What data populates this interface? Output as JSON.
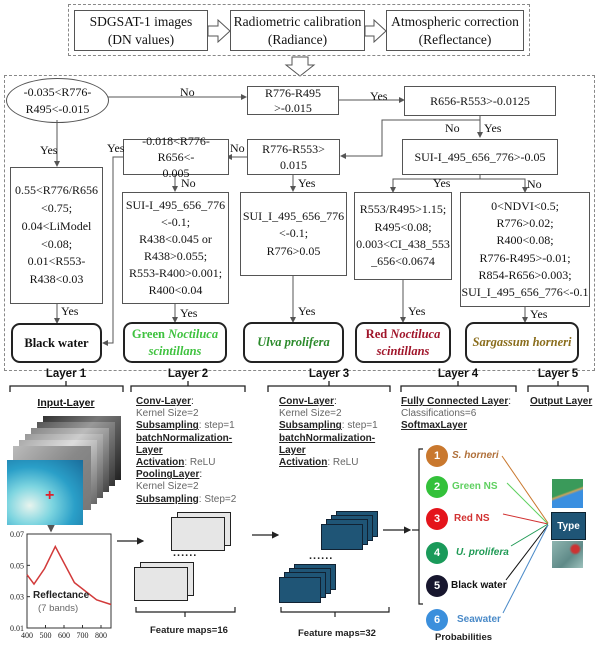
{
  "preprocessing": {
    "steps": [
      {
        "line1": "SDGSAT-1 images",
        "line2": "(DN values)"
      },
      {
        "line1": "Radiometric calibration",
        "line2": "(Radiance)"
      },
      {
        "line1": "Atmospheric correction",
        "line2": "(Reflectance)"
      }
    ]
  },
  "decision_tree": {
    "root": {
      "line1": "-0.035<R776-",
      "line2": "R495<-0.015"
    },
    "n_r776_r495": {
      "line1": "R776-R495",
      "line2": ">-0.015"
    },
    "n_r656_r553": {
      "text": "R656-R553>-0.0125"
    },
    "n_r776_r553": {
      "line1": "R776-R553>",
      "line2": "0.015"
    },
    "n_r776_r656": {
      "line1": "-0.018<R776-R656<-",
      "line2": "0.005"
    },
    "n_sui": {
      "text": "SUI-I_495_656_776>-0.05"
    },
    "cond_black": [
      "0.55<R776/R656",
      "<0.75;",
      "0.04<LiModel",
      "<0.08;",
      "0.01<R553-",
      "R438<0.03"
    ],
    "cond_green": [
      "SUI-I_495_656_776",
      "<-0.1;",
      "R438<0.045 or",
      "R438>0.055;",
      "R553-R400>0.001;",
      "R400<0.04"
    ],
    "cond_ulva": [
      "SUI_I_495_656_776",
      "<-0.1;",
      "R776>0.05"
    ],
    "cond_red": [
      "R553/R495>1.15;",
      "R495<0.08;",
      "0.003<CI_438_553",
      "_656<0.0674"
    ],
    "cond_sarg": [
      "0<NDVI<0.5;",
      "R776>0.02;",
      "R400<0.08;",
      "R776-R495>-0.01;",
      "R854-R656>0.003;",
      "SUI_I_495_656_776<-0.1"
    ],
    "edge_labels": {
      "yes": "Yes",
      "no": "No"
    },
    "results": {
      "black": {
        "text": "Black water",
        "color": "#111111"
      },
      "green": {
        "pre": "Green ",
        "italic": "Noctiluca",
        "line2": "scintillans",
        "color": "#3fc23f"
      },
      "ulva": {
        "italic": "Ulva prolifera",
        "color": "#2b8a2b"
      },
      "red": {
        "pre": "Red ",
        "italic": "Noctiluca",
        "line2": "scintillans",
        "color": "#a0152a"
      },
      "sarg": {
        "italic": "Sargassum horneri",
        "color": "#8a6d1c"
      }
    }
  },
  "cnn": {
    "layers": [
      {
        "title": "Layer 1"
      },
      {
        "title": "Layer 2"
      },
      {
        "title": "Layer 3"
      },
      {
        "title": "Layer 4"
      },
      {
        "title": "Layer 5"
      }
    ],
    "layer1": {
      "heading": "Input-Layer"
    },
    "layer2": {
      "conv": "Conv-Layer",
      "kernel": "Kernel Size=2",
      "subsampling": "Subsampling",
      "sub_val": ": step=1",
      "bn1": "batchNormalization-",
      "bn2": "Layer",
      "act": "Activation",
      "act_val": ": ReLU",
      "pool": "PoolingLayer",
      "pool_kernel": "Kernel Size=2",
      "subsampling2": "Subsampling",
      "sub2_val": ": Step=2"
    },
    "layer3": {
      "conv": "Conv-Layer",
      "kernel": "Kernel Size=2",
      "subsampling": "Subsampling",
      "sub_val": ": step=1",
      "bn1": "batchNormalization-",
      "bn2": "Layer",
      "act": "Activation",
      "act_val": ": ReLU"
    },
    "layer4": {
      "fc": "Fully Connected Layer",
      "classes": "Classifications=6",
      "softmax": "SoftmaxLayer"
    },
    "layer5": {
      "heading": "Output Layer"
    },
    "feature_maps_16": "Feature maps=16",
    "feature_maps_32": "Feature maps=32",
    "dots": "......",
    "probabilities": "Probabilities",
    "output_type": "Type",
    "classes": [
      {
        "num": "1",
        "label": "S. horneri",
        "color": "#c9782e",
        "label_color": "#b0703a",
        "italic": true
      },
      {
        "num": "2",
        "label": "Green NS",
        "color": "#33c13a",
        "label_color": "#5fd060",
        "italic": false
      },
      {
        "num": "3",
        "label": "Red NS",
        "color": "#e4141b",
        "label_color": "#d13030",
        "italic": false
      },
      {
        "num": "4",
        "label": "U. prolifera",
        "color": "#1a9a5a",
        "label_color": "#1f9a55",
        "italic": true
      },
      {
        "num": "5",
        "label": "Black water",
        "color": "#17162e",
        "label_color": "#111111",
        "italic": false
      },
      {
        "num": "6",
        "label": "Seawater",
        "color": "#3b8fdc",
        "label_color": "#4a8ac8",
        "italic": false
      }
    ]
  },
  "chart_data": {
    "type": "line",
    "title": "",
    "annotation": "Reflectance",
    "annotation2": "(7 bands)",
    "x": [
      400,
      438,
      495,
      553,
      656,
      776,
      854
    ],
    "y": [
      0.044,
      0.038,
      0.048,
      0.062,
      0.039,
      0.028,
      0.025
    ],
    "xlim": [
      400,
      854
    ],
    "ylim": [
      0.01,
      0.07
    ],
    "xticks": [
      "400",
      "500",
      "600",
      "700",
      "800"
    ],
    "yticks": [
      "0.07",
      "0.05",
      "0.03",
      "0.01"
    ],
    "line_color": "#d23a3a"
  }
}
